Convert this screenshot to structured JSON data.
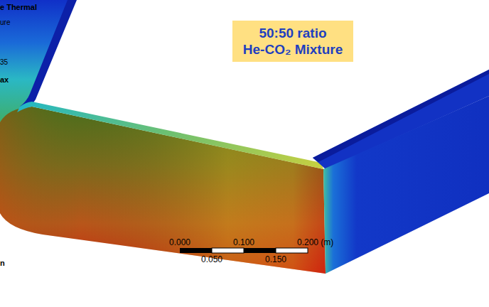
{
  "diagram": {
    "nodes": [
      {
        "text": [
          "50:50 ratio",
          "He-CO₂ Mixture"
        ]
      }
    ],
    "labels": [
      "e Thermal",
      "ure",
      "35",
      "ax",
      "n",
      "0.000",
      "0.100",
      "0.200 (m)",
      "0.050",
      "0.150"
    ]
  }
}
